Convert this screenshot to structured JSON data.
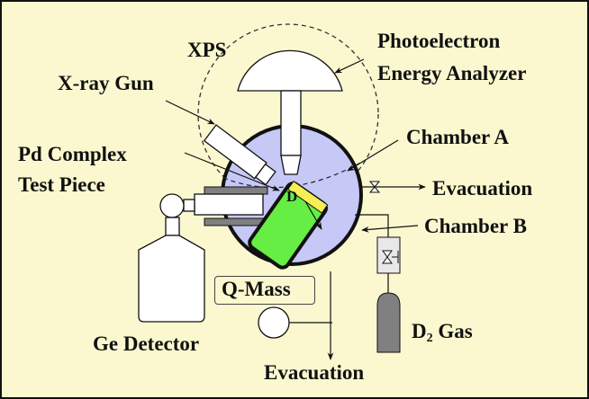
{
  "diagram": {
    "colors": {
      "background": "#fbf8cf",
      "chamber_a_fill": "#c6c8f6",
      "chamber_b_fill": "#66ee44",
      "target_fill": "#f5ee55",
      "flange_gray": "#808080",
      "gas_cylinder": "#808080",
      "valve_box": "#e8e8e8"
    },
    "labels": {
      "xps": "XPS",
      "xray_gun": "X-ray Gun",
      "analyzer_line1": "Photoelectron",
      "analyzer_line2": "Energy Analyzer",
      "chamber_a": "Chamber A",
      "pd_line1": "Pd Complex",
      "pd_line2": "Test Piece",
      "evacuation_right": "Evacuation",
      "chamber_b": "Chamber B",
      "q_mass": "Q-Mass",
      "ge_detector": "Ge Detector",
      "d2_gas_prefix": "D",
      "d2_gas_sub": "2",
      "d2_gas_suffix": " Gas",
      "evacuation_bottom": "Evacuation",
      "deuterium_marker": "D"
    }
  }
}
